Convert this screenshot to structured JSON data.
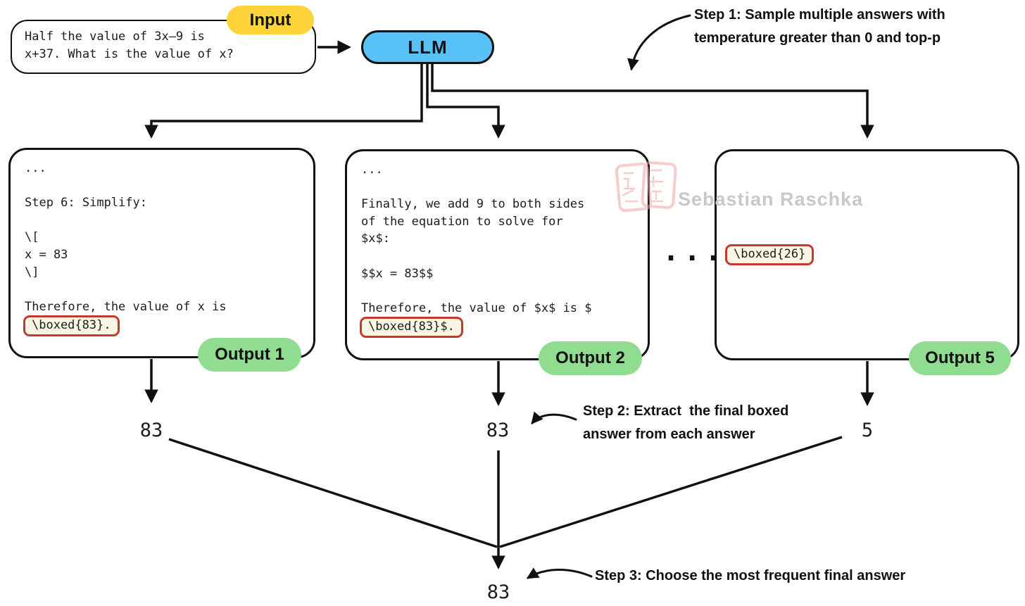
{
  "colors": {
    "badge_yellow": "#FFD43B",
    "llm_blue": "#58C1F5",
    "badge_green": "#90DC90",
    "highlight_bg": "#FBF6E3",
    "highlight_border": "#C23B2C",
    "watermark_gray": "#C8C8C8",
    "stamp_red": "#EFA6A6"
  },
  "input_box": {
    "badge": "Input",
    "text": "Half the value of 3x–9 is\nx+37. What is the value of x?"
  },
  "llm": {
    "label": "LLM"
  },
  "annotations": {
    "step1": "Step 1: Sample multiple answers with\ntemperature greater than 0 and top-p",
    "step2": "Step 2: Extract  the final boxed\nanswer from each answer",
    "step3": "Step 3: Choose the most frequent final answer"
  },
  "outputs": [
    {
      "badge": "Output 1",
      "body": "...\n\nStep 6: Simplify:\n\n\\[\nx = 83\n\\]\n\nTherefore, the value of x is",
      "highlight": "\\boxed{83}.",
      "extracted": "83"
    },
    {
      "badge": "Output 2",
      "body": "...\n\nFinally, we add 9 to both sides\nof the equation to solve for\n$x$:\n\n$$x = 83$$\n\nTherefore, the value of $x$ is $",
      "highlight": "\\boxed{83}$.",
      "extracted": "83"
    },
    {
      "badge": "Output 5",
      "body": "",
      "highlight": "\\boxed{26}",
      "extracted": "5"
    }
  ],
  "ellipsis": "...",
  "final_answer": "83",
  "watermark": "Sebastian Raschka"
}
